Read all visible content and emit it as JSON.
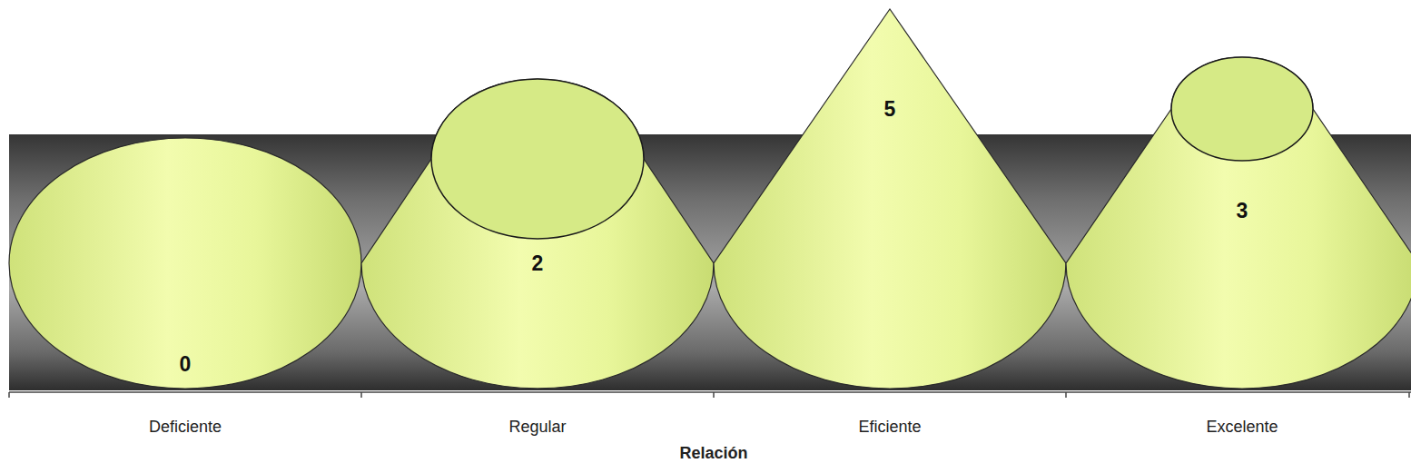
{
  "diagram": {
    "nodes": [
      {
        "text": [
          "0"
        ]
      },
      {
        "text": [
          "2"
        ]
      },
      {
        "text": [
          "5"
        ]
      },
      {
        "text": [
          "3"
        ]
      }
    ],
    "labels": [
      "Deficiente",
      "Regular",
      "Eficiente",
      "Excelente",
      "Relación"
    ]
  }
}
